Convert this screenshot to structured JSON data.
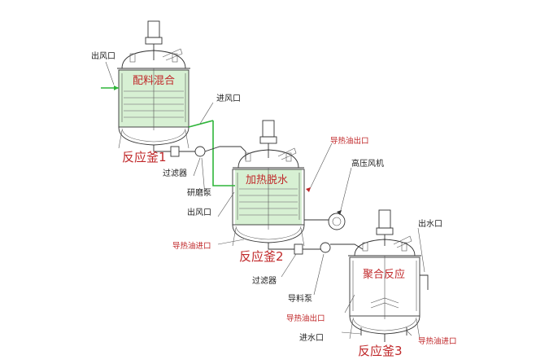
{
  "labels": {
    "air_outlet_1": "出风口",
    "tank1_title": "配料混合",
    "air_inlet": "进风口",
    "reactor_1": "反应釜1",
    "filter_1": "过滤器",
    "grinding_pump": "研磨泵",
    "air_outlet_2": "出风口",
    "tank2_title": "加热脱水",
    "oil_outlet_2": "导热油出口",
    "blower": "高压风机",
    "oil_inlet_2": "导热油进口",
    "reactor_2": "反应釜2",
    "filter_2": "过滤器",
    "transfer_pump": "导料泵",
    "tank3_title": "聚合反应",
    "water_outlet": "出水口",
    "oil_outlet_3": "导热油出口",
    "water_inlet": "进水口",
    "oil_inlet_3": "导热油进口",
    "reactor_3": "反应釜3"
  },
  "colors": {
    "label_red": "#c0282a",
    "air_pipe_green": "#2fb53a",
    "tank_fill": "#d7f0d3"
  }
}
